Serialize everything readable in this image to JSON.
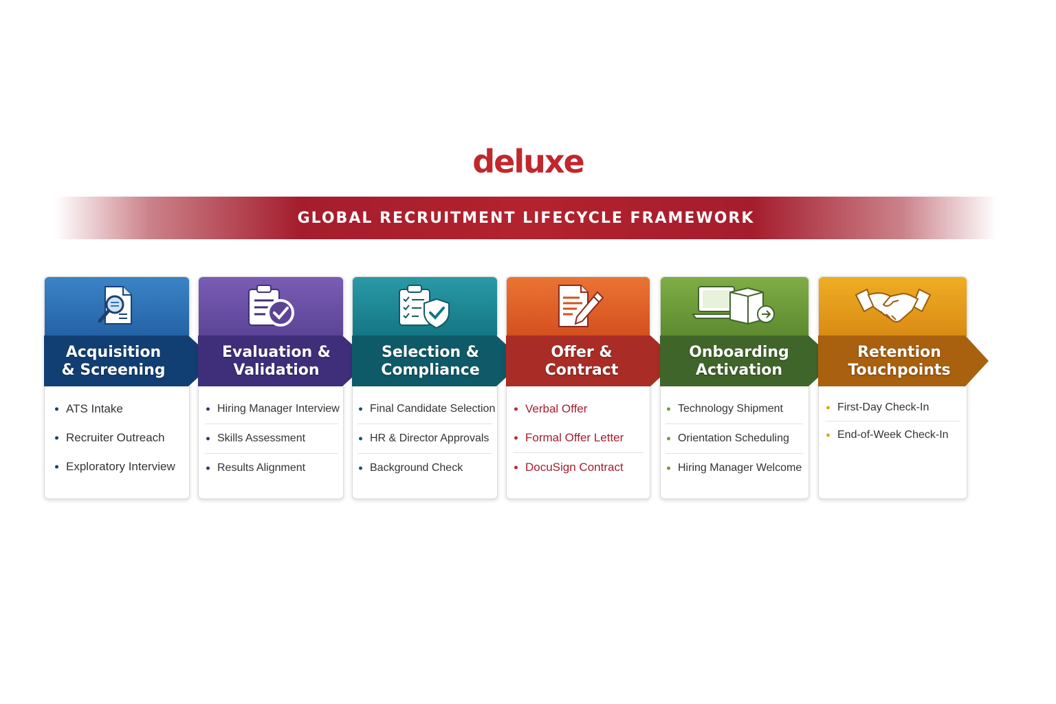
{
  "brand": {
    "logo_text": "deluxe",
    "color": "#c1272d"
  },
  "banner": {
    "title": "GLOBAL RECRUITMENT LIFECYCLE FRAMEWORK",
    "color": "#a51d2d"
  },
  "stages": [
    {
      "line1": "Acquisition",
      "line2": "& Screening",
      "icon": "document-search-icon",
      "top_color": "#2f73b8",
      "band_color": "#123f73",
      "items": [
        "ATS Intake",
        "Recruiter Outreach",
        "Exploratory Interview"
      ]
    },
    {
      "line1": "Evaluation &",
      "line2": "Validation",
      "icon": "clipboard-check-icon",
      "top_color": "#6a4fa3",
      "band_color": "#3f2f7a",
      "items": [
        "Hiring Manager Interview",
        "Skills Assessment",
        "Results Alignment"
      ]
    },
    {
      "line1": "Selection &",
      "line2": "Compliance",
      "icon": "checklist-shield-icon",
      "top_color": "#1d8a96",
      "band_color": "#0f5a68",
      "items": [
        "Final Candidate Selection",
        "HR & Director Approvals",
        "Background Check"
      ]
    },
    {
      "line1": "Offer &",
      "line2": "Contract",
      "icon": "document-pen-icon",
      "top_color": "#e0612a",
      "band_color": "#a92d26",
      "items": [
        "Verbal Offer",
        "Formal Offer Letter",
        "DocuSign Contract"
      ]
    },
    {
      "line1": "Onboarding",
      "line2": "Activation",
      "icon": "laptop-box-icon",
      "top_color": "#6f9e3a",
      "band_color": "#40652b",
      "items": [
        "Technology Shipment",
        "Orientation Scheduling",
        "Hiring Manager Welcome"
      ]
    },
    {
      "line1": "Retention",
      "line2": "Touchpoints",
      "icon": "handshake-icon",
      "top_color": "#e6a21f",
      "band_color": "#a9600f",
      "items": [
        "First-Day Check-In",
        "End-of-Week Check-In"
      ]
    }
  ]
}
